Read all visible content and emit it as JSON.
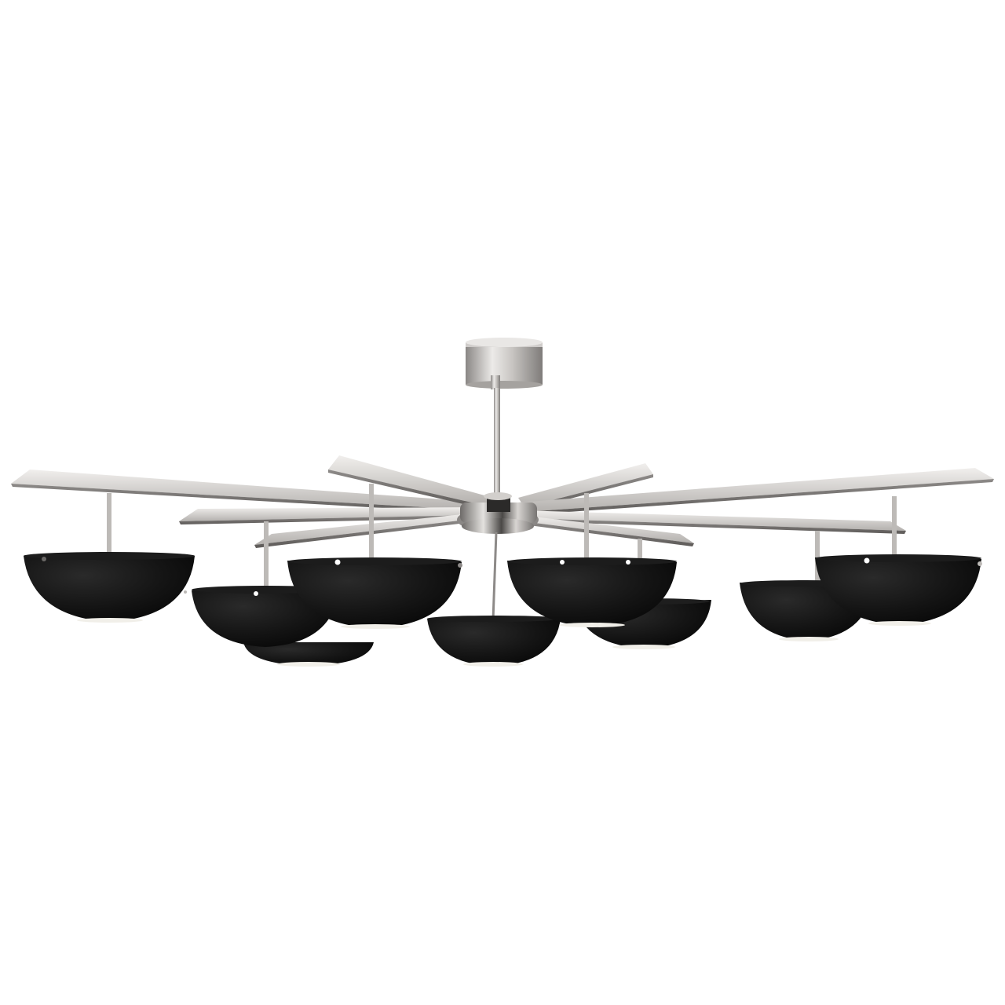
{
  "image": {
    "subject": "chandelier-product-photo",
    "background_color": "#ffffff",
    "colors": {
      "metal_light": "#e6e4e2",
      "metal_mid": "#b9b6b3",
      "metal_dark": "#7d7a78",
      "shade_black": "#111111",
      "shade_inner_glow": "#f2f0ea"
    },
    "arm_count": 9,
    "shade_count": 9
  }
}
